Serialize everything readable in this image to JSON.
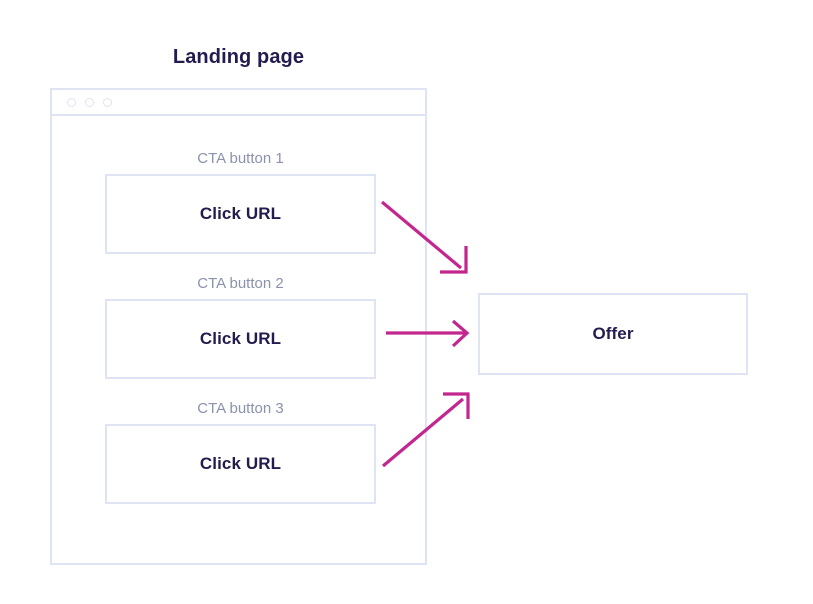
{
  "diagram": {
    "title": "Landing page",
    "accent_color": "#c2268f",
    "border_color": "#dfe4f4",
    "text_color": "#241c4f",
    "muted_text_color": "#8a93ab",
    "background_color": "#ffffff"
  },
  "browser": {
    "window_dots": [
      "window-dot-1",
      "window-dot-2",
      "window-dot-3"
    ]
  },
  "cta_buttons": [
    {
      "label": "CTA button 1",
      "button_text": "Click URL"
    },
    {
      "label": "CTA button 2",
      "button_text": "Click URL"
    },
    {
      "label": "CTA button 3",
      "button_text": "Click URL"
    }
  ],
  "offer": {
    "label": "Offer"
  },
  "connectors": [
    {
      "name": "arrow-cta1-to-offer",
      "from": "cta-button-1",
      "to": "offer",
      "direction": "down-right"
    },
    {
      "name": "arrow-cta2-to-offer",
      "from": "cta-button-2",
      "to": "offer",
      "direction": "right"
    },
    {
      "name": "arrow-cta3-to-offer",
      "from": "cta-button-3",
      "to": "offer",
      "direction": "up-right"
    }
  ]
}
